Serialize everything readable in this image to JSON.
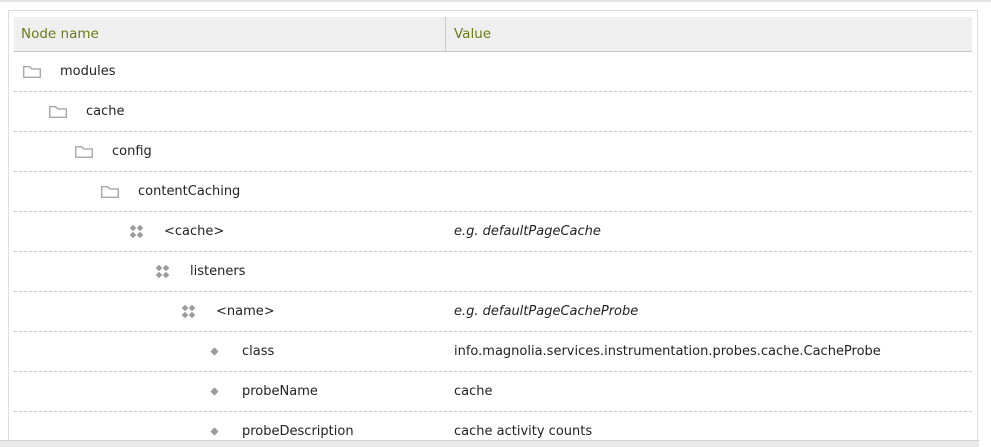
{
  "table": {
    "columns": [
      {
        "label": "Node name"
      },
      {
        "label": "Value"
      }
    ],
    "rows": [
      {
        "level": 0,
        "icon": "folder",
        "name": "modules",
        "value": "",
        "value_italic": false
      },
      {
        "level": 1,
        "icon": "folder",
        "name": "cache",
        "value": "",
        "value_italic": false
      },
      {
        "level": 2,
        "icon": "folder",
        "name": "config",
        "value": "",
        "value_italic": false
      },
      {
        "level": 3,
        "icon": "folder",
        "name": "contentCaching",
        "value": "",
        "value_italic": false
      },
      {
        "level": 4,
        "icon": "content-node",
        "name": "<cache>",
        "value": "e.g. defaultPageCache",
        "value_italic": true
      },
      {
        "level": 5,
        "icon": "content-node",
        "name": "listeners",
        "value": "",
        "value_italic": false
      },
      {
        "level": 6,
        "icon": "content-node",
        "name": "<name>",
        "value": "e.g. defaultPageCacheProbe",
        "value_italic": true
      },
      {
        "level": 7,
        "icon": "property",
        "name": "class",
        "value": "info.magnolia.services.instrumentation.probes.cache.CacheProbe",
        "value_italic": false
      },
      {
        "level": 7,
        "icon": "property",
        "name": "probeName",
        "value": "cache",
        "value_italic": false
      },
      {
        "level": 7,
        "icon": "property",
        "name": "probeDescription",
        "value": "cache activity counts",
        "value_italic": false
      }
    ]
  },
  "icons": {
    "folder": "folder-icon",
    "content-node": "content-node-icon",
    "property": "property-icon"
  },
  "colors": {
    "header_text": "#6b7a17",
    "header_bg": "#efefef",
    "header_border": "#c6c6c6",
    "row_divider": "#c9c9c9",
    "panel_border": "#dddddd",
    "icon_gray": "#9c9c9c",
    "text": "#222222",
    "bottom_bar": "#e9e9e9"
  }
}
